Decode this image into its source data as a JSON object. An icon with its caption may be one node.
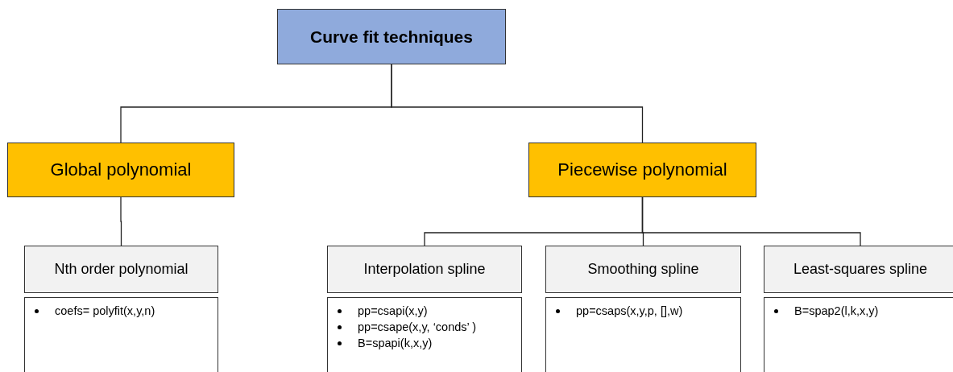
{
  "diagram": {
    "nodes": [
      {
        "text": [
          "Curve fit techniques"
        ]
      },
      {
        "text": [
          "Global polynomial"
        ]
      },
      {
        "text": [
          "Piecewise polynomial"
        ]
      },
      {
        "text": [
          "Nth order polynomial"
        ]
      },
      {
        "text": [
          "coefs= polyfit(x,y,n)"
        ]
      },
      {
        "text": [
          "Interpolation spline"
        ]
      },
      {
        "text": [
          "pp=csapi(x,y)",
          "pp=csape(x,y, ‘conds’ )",
          "B=spapi(k,x,y)"
        ]
      },
      {
        "text": [
          "Smoothing spline"
        ]
      },
      {
        "text": [
          "pp=csaps(x,y,p, [],w)"
        ]
      },
      {
        "text": [
          "Least-squares spline"
        ]
      },
      {
        "text": [
          "B=spap2(l,k,x,y)"
        ]
      }
    ],
    "edges": [
      {
        "from": 0,
        "to": 1,
        "arrow": "none"
      },
      {
        "from": 0,
        "to": 2,
        "arrow": "none"
      },
      {
        "from": 1,
        "to": 3,
        "arrow": "none"
      },
      {
        "from": 2,
        "to": 5,
        "arrow": "none"
      },
      {
        "from": 2,
        "to": 7,
        "arrow": "none"
      },
      {
        "from": 2,
        "to": 9,
        "arrow": "none"
      }
    ]
  }
}
